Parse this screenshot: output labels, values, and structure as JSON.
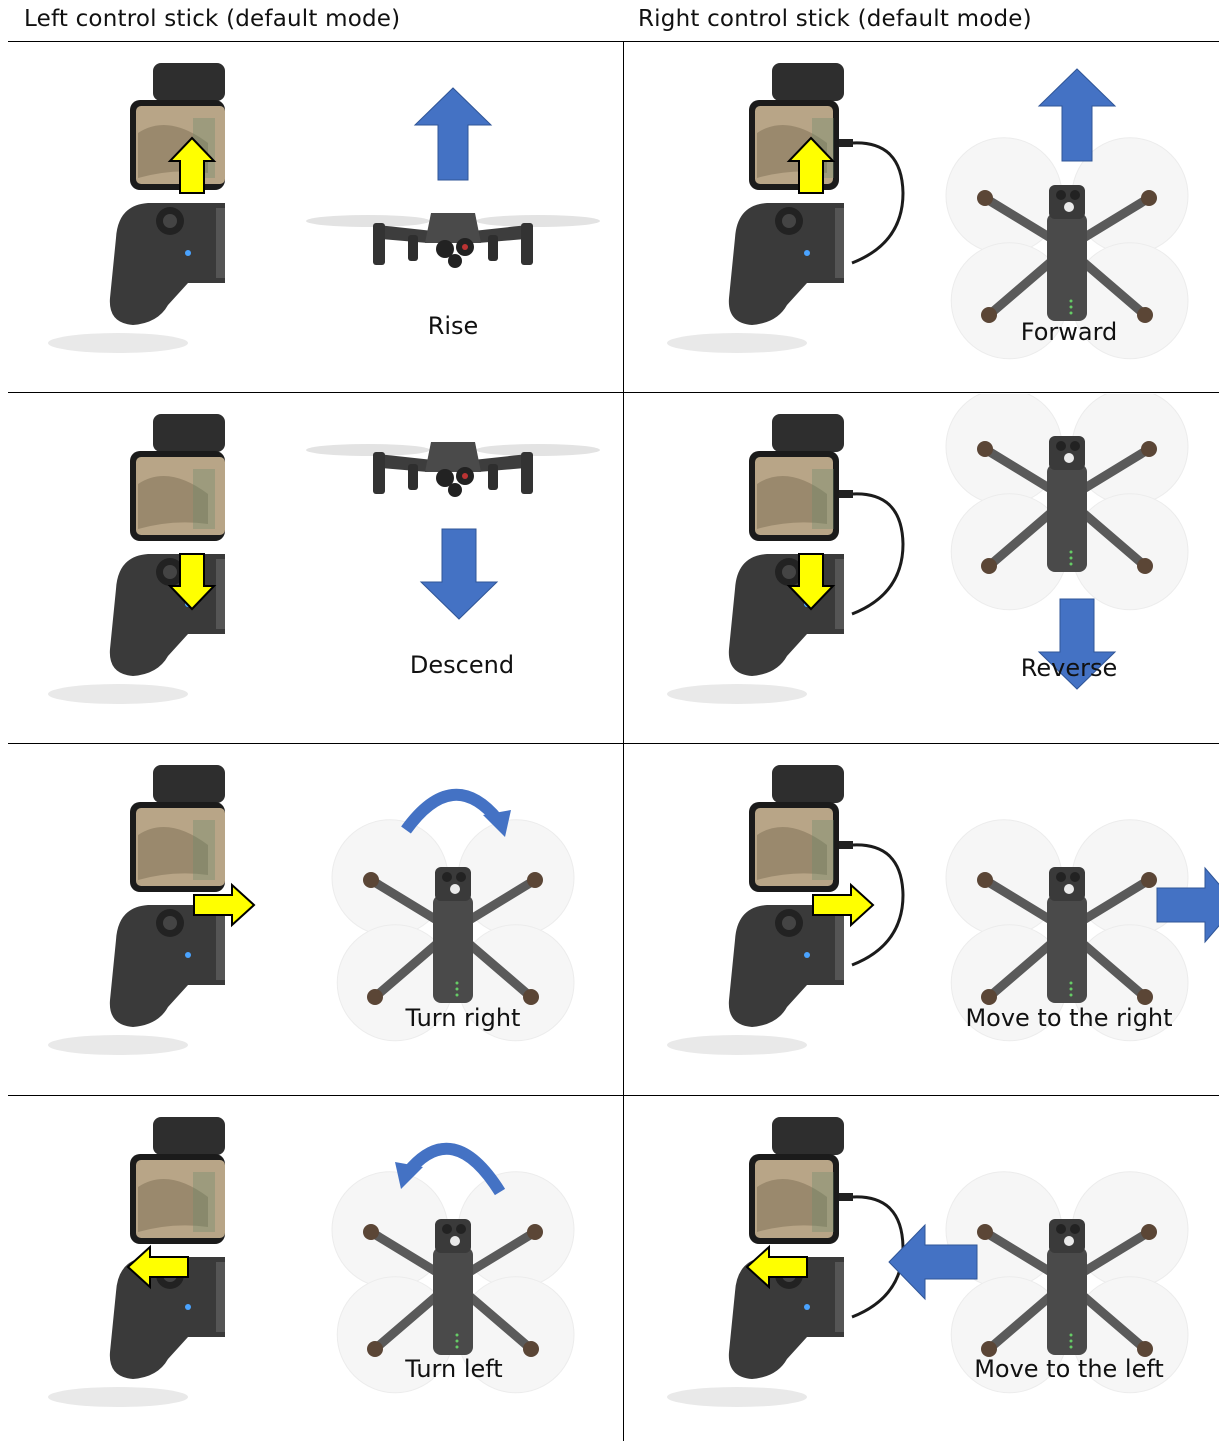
{
  "headers": {
    "left": "Left control stick (default mode)",
    "right": "Right control stick (default mode)"
  },
  "cells": [
    {
      "caption": "Rise",
      "stick": "left",
      "stick_dir": "up",
      "drone_view": "front",
      "move": "up"
    },
    {
      "caption": "Forward",
      "stick": "right",
      "stick_dir": "up",
      "drone_view": "top",
      "move": "up"
    },
    {
      "caption": "Descend",
      "stick": "left",
      "stick_dir": "down",
      "drone_view": "front",
      "move": "down"
    },
    {
      "caption": "Reverse",
      "stick": "right",
      "stick_dir": "down",
      "drone_view": "top",
      "move": "down"
    },
    {
      "caption": "Turn right",
      "stick": "left",
      "stick_dir": "right",
      "drone_view": "top",
      "move": "turn-right"
    },
    {
      "caption": "Move to the right",
      "stick": "right",
      "stick_dir": "right",
      "drone_view": "top",
      "move": "right"
    },
    {
      "caption": "Turn left",
      "stick": "left",
      "stick_dir": "left",
      "drone_view": "top",
      "move": "turn-left"
    },
    {
      "caption": "Move to the left",
      "stick": "right",
      "stick_dir": "left",
      "drone_view": "top",
      "move": "left"
    }
  ],
  "colors": {
    "stick_arrow": "#ffff00",
    "motion_arrow": "#4472c4",
    "motion_arrow_edge": "#2f5597",
    "controller_body": "#3a3a3a",
    "drone_body": "#4a4a4a"
  },
  "icons": [
    "remote-controller-icon",
    "smartphone-icon",
    "usb-cable-icon",
    "drone-front-icon",
    "drone-top-icon",
    "direction-arrow-icon",
    "rotation-arrow-icon"
  ]
}
